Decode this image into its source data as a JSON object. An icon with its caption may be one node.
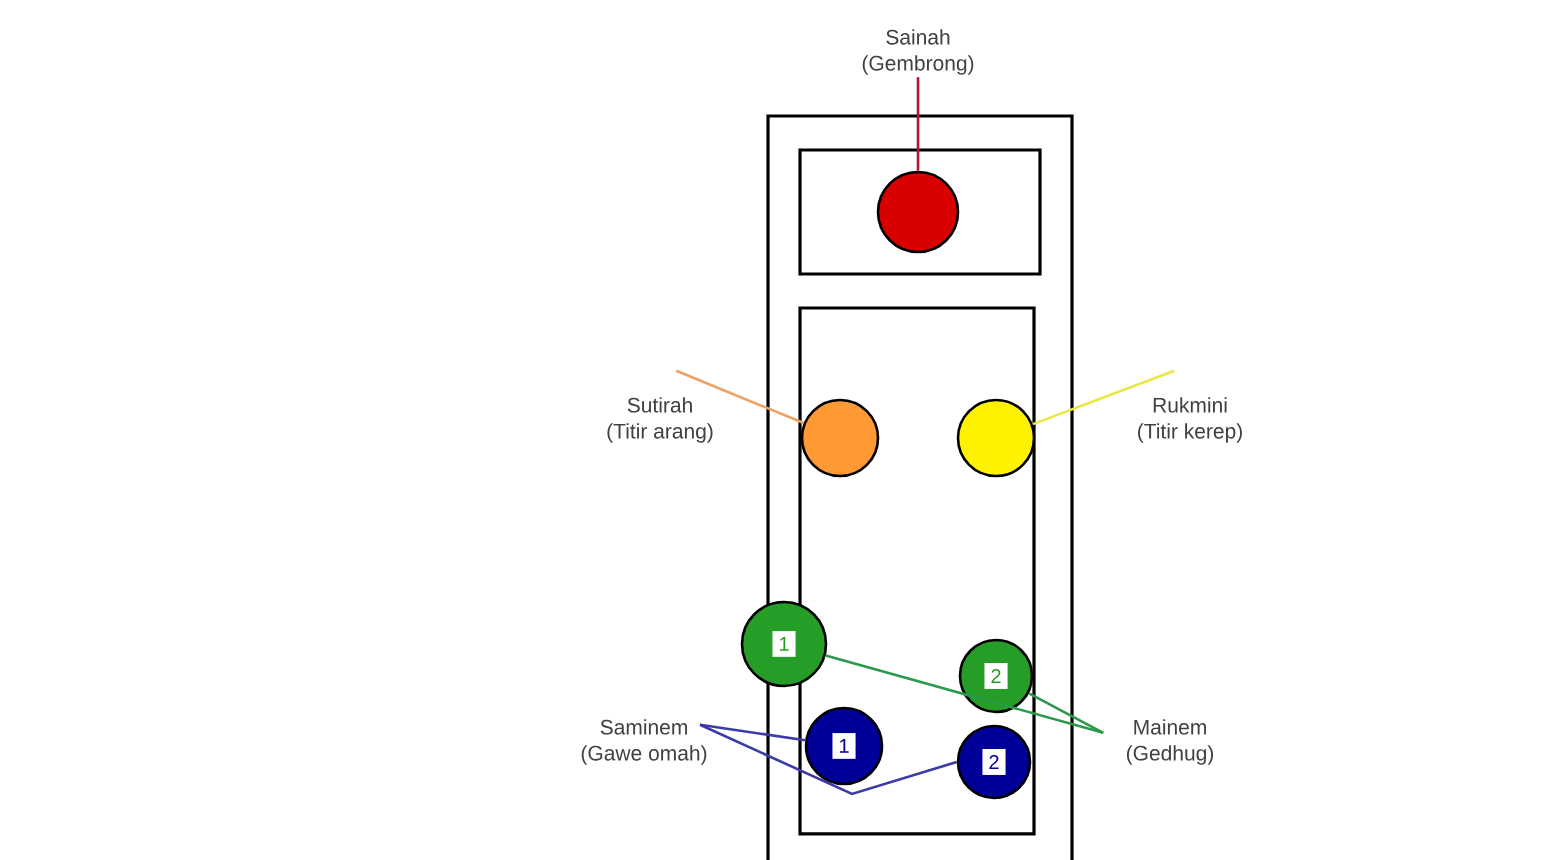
{
  "diagram": {
    "nodes": [
      {
        "text": [],
        "shape": "box"
      },
      {
        "text": [],
        "shape": "box",
        "in": 0
      },
      {
        "text": [],
        "shape": "circle",
        "in": 1
      },
      {
        "text": [],
        "shape": "box",
        "in": 0
      },
      {
        "text": [],
        "shape": "circle",
        "in": 3
      },
      {
        "text": [],
        "shape": "circle",
        "in": 3
      },
      {
        "text": [
          "1"
        ]
      },
      {
        "text": [
          "2"
        ],
        "in": 3
      },
      {
        "text": [
          "1"
        ],
        "in": 3
      },
      {
        "text": [
          "2"
        ],
        "in": 3
      },
      {
        "text": [
          "Sainah",
          "(Gembrong)"
        ]
      },
      {
        "text": [
          "Sutirah",
          "(Titir arang)"
        ]
      },
      {
        "text": [
          "Rukmini",
          "(Titir kerep)"
        ]
      },
      {
        "text": [
          "Saminem",
          "(Gawe omah)"
        ]
      },
      {
        "text": [
          "Mainem",
          "(Gedhug)"
        ]
      }
    ],
    "edges": [
      {
        "from": 10,
        "to": 2,
        "arrow": "none",
        "color": "#c0102a"
      },
      {
        "from": 11,
        "to": 4,
        "arrow": "none",
        "color": "#f0a060"
      },
      {
        "from": 12,
        "to": 5,
        "arrow": "none",
        "color": "#e8e840"
      },
      {
        "from": 13,
        "to": 8,
        "arrow": "none",
        "color": "#3a3aa8"
      },
      {
        "from": 13,
        "to": 9,
        "arrow": "none",
        "color": "#3a3aa8"
      },
      {
        "from": 14,
        "to": 7,
        "arrow": "none",
        "color": "#2a9a4a"
      },
      {
        "from": 14,
        "to": 6,
        "arrow": "none",
        "color": "#2a9a4a"
      }
    ]
  }
}
